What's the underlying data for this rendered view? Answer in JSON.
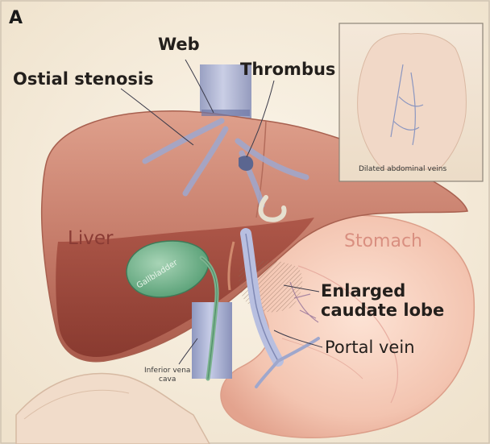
{
  "figure": {
    "panel_letter": "A",
    "labels": {
      "web": "Web",
      "ostial_stenosis": "Ostial stenosis",
      "thrombus": "Thrombus",
      "liver": "Liver",
      "stomach": "Stomach",
      "enlarged_caudate_lobe_line1": "Enlarged",
      "enlarged_caudate_lobe_line2": "caudate lobe",
      "portal_vein": "Portal vein",
      "inferior_vena_cava_line1": "Inferior vena",
      "inferior_vena_cava_line2": "cava",
      "gallbladder": "Gallbladder"
    },
    "inset": {
      "caption": "Dilated abdominal veins"
    }
  }
}
